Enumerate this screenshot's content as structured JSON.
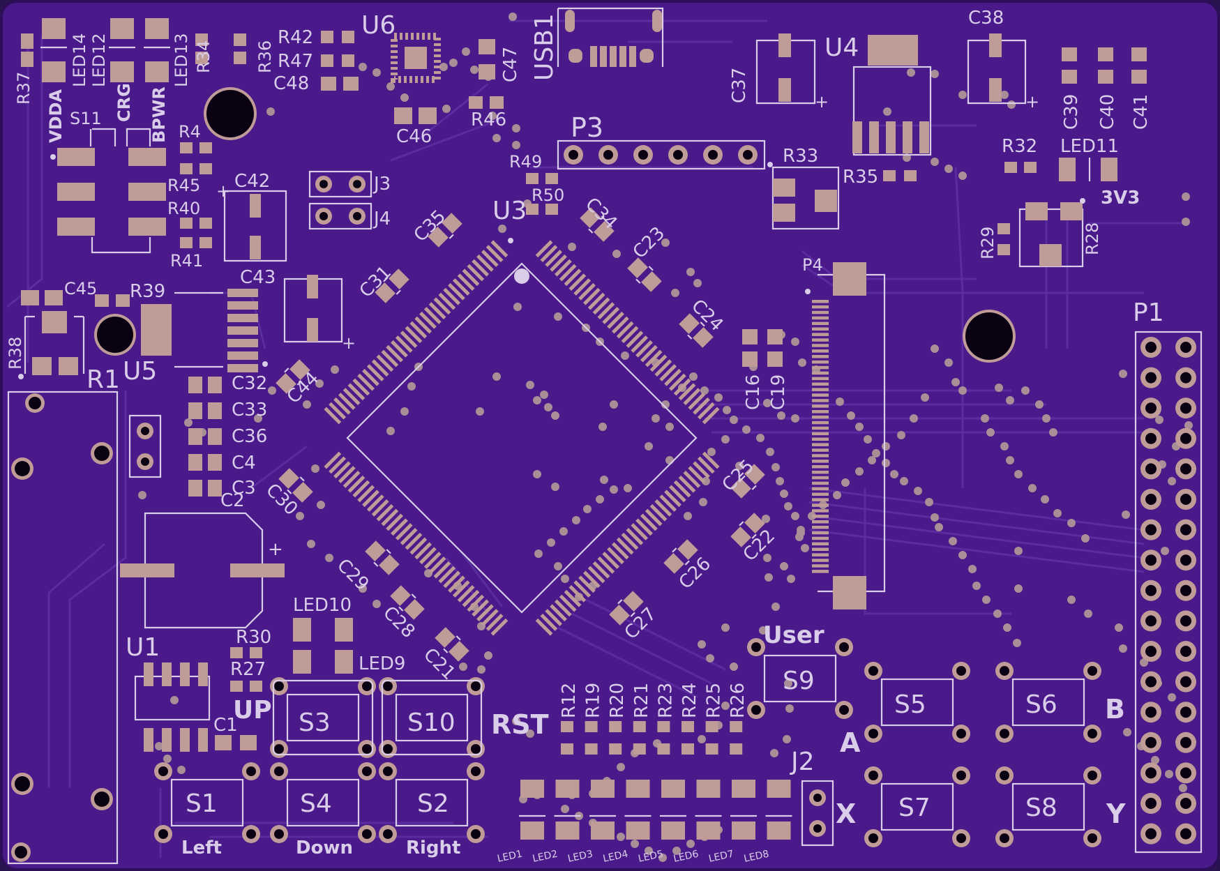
{
  "board": {
    "colors": {
      "substrate": "#4a1a8a",
      "substrate_edge": "#2d0f58",
      "silkscreen": "#d9cde9",
      "copper_pad": "#c09c98",
      "drill": "#0a0212",
      "trace": "#5a2ca0"
    }
  },
  "labels": {
    "r37": "R37",
    "led14": "LED14",
    "led12": "LED12",
    "led13": "LED13",
    "r34": "R34",
    "r36": "R36",
    "r42": "R42",
    "r47": "R47",
    "c48": "C48",
    "u6": "U6",
    "c47": "C47",
    "usb1": "USB1",
    "c46": "C46",
    "r46": "R46",
    "vdda": "VDDA",
    "crg": "CRG",
    "bpwr": "BPWR",
    "s11": "S11",
    "r4": "R4",
    "r45": "R45",
    "r40": "R40",
    "r41": "R41",
    "c42": "C42",
    "c43": "C43",
    "j3": "J3",
    "j4": "J4",
    "p3": "P3",
    "r49": "R49",
    "r50": "R50",
    "u3": "U3",
    "c35": "C35",
    "c34": "C34",
    "c23": "C23",
    "c31": "C31",
    "c24": "C24",
    "c37": "C37",
    "u4": "U4",
    "c38": "C38",
    "c39": "C39",
    "c40": "C40",
    "c41": "C41",
    "r33": "R33",
    "r35": "R35",
    "r32": "R32",
    "led11": "LED11",
    "v3v3": "3V3",
    "r29": "R29",
    "r28": "R28",
    "p4": "P4",
    "c16": "C16",
    "c19": "C19",
    "p1": "P1",
    "c45": "C45",
    "r39": "R39",
    "r38": "R38",
    "r1": "R1",
    "u5": "U5",
    "c44": "C44",
    "c32": "C32",
    "c33": "C33",
    "c36": "C36",
    "c4": "C4",
    "c3": "C3",
    "c2": "C2",
    "c30": "C30",
    "c25": "C25",
    "c22": "C22",
    "c29": "C29",
    "c26": "C26",
    "c28": "C28",
    "c27": "C27",
    "c21": "C21",
    "led10": "LED10",
    "led9": "LED9",
    "r30": "R30",
    "r27": "R27",
    "u1": "U1",
    "up": "UP",
    "c1": "C1",
    "s3": "S3",
    "s10": "S10",
    "rst": "RST",
    "user": "User",
    "s9": "S9",
    "s5": "S5",
    "s6": "S6",
    "a": "A",
    "b": "B",
    "s1": "S1",
    "s4": "S4",
    "s2": "S2",
    "left": "Left",
    "down": "Down",
    "right": "Right",
    "j2": "J2",
    "x": "X",
    "s7": "S7",
    "s8": "S8",
    "y": "Y",
    "r_row": [
      "R12",
      "R19",
      "R20",
      "R21",
      "R23",
      "R24",
      "R25",
      "R26"
    ],
    "led_row": [
      "LED1",
      "LED2",
      "LED3",
      "LED4",
      "LED5",
      "LED6",
      "LED7",
      "LED8"
    ]
  }
}
